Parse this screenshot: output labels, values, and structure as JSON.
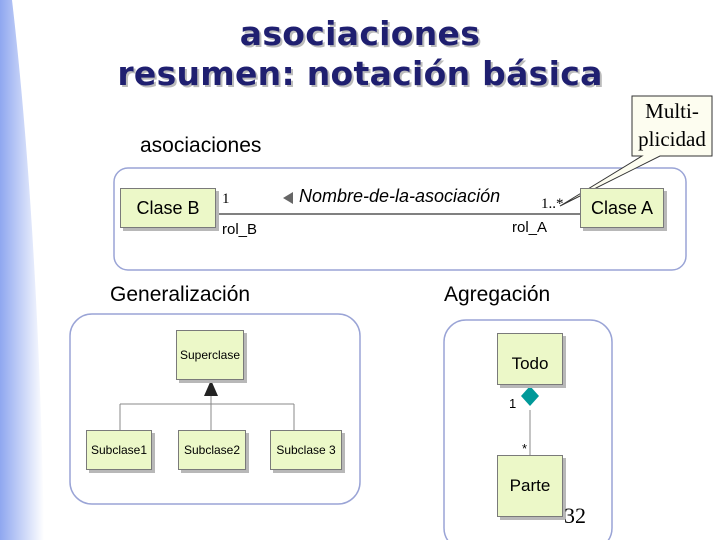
{
  "slide": {
    "title_line1": "asociaciones",
    "title_line2": "resumen: notación básica",
    "page_number": "32"
  },
  "callout": {
    "line1": "Multi-",
    "line2": "plicidad"
  },
  "associations": {
    "heading": "asociaciones",
    "class_b": "Clase B",
    "class_a": "Clase A",
    "mult_b": "1",
    "mult_a": "1..*",
    "role_b": "rol_B",
    "role_a": "rol_A",
    "assoc_name": "Nombre-de-la-asociación"
  },
  "generalization": {
    "heading": "Generalización",
    "superclass": "Superclase",
    "subclasses": [
      "Subclase1",
      "Subclase2",
      "Subclase 3"
    ]
  },
  "aggregation": {
    "heading": "Agregación",
    "whole": "Todo",
    "part": "Parte",
    "mult_whole": "1",
    "mult_part": "*"
  },
  "colors": {
    "title": "#1f1f70",
    "class_fill": "#ecf8c8",
    "frame_border": "#9aa4d6",
    "aggregation_diamond": "#009999",
    "left_bar": "#b9c8f5"
  }
}
